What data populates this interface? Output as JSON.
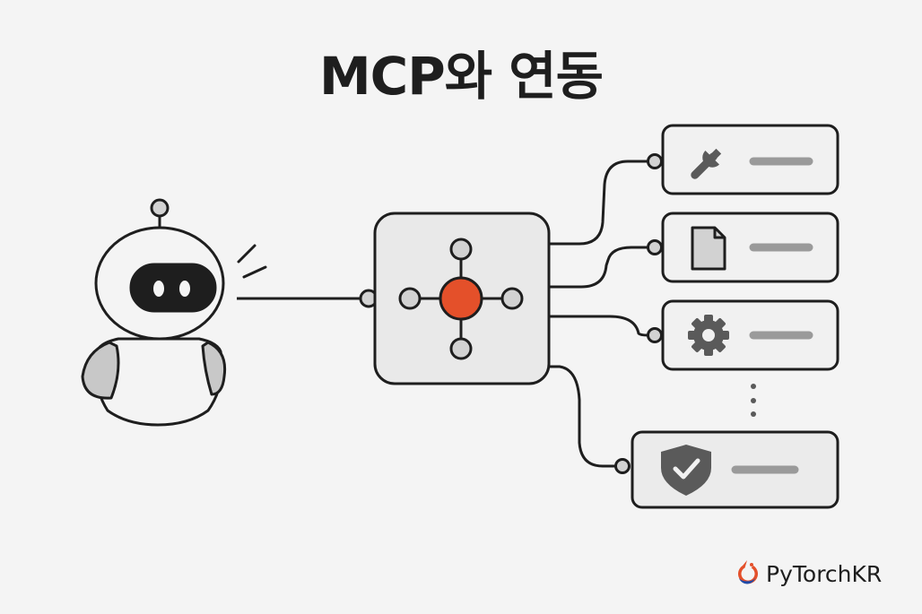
{
  "title": "MCP와 연동",
  "brand": {
    "name": "PyTorchKR",
    "icon": "pytorchkr-logo"
  },
  "colors": {
    "background": "#f4f4f4",
    "stroke": "#1e1e1e",
    "panel_fill": "#e9e9e9",
    "card_fill": "#f1f1f1",
    "hub_accent": "#e4502a",
    "node_fill": "#d2d2d2",
    "icon_fill": "#5a5a5a",
    "line_placeholder": "#9a9a9a"
  },
  "agent": {
    "icon": "robot-icon"
  },
  "hub": {
    "icon": "mcp-hub-icon"
  },
  "tools": [
    {
      "icon": "wrench-icon"
    },
    {
      "icon": "file-icon"
    },
    {
      "icon": "gear-icon"
    },
    {
      "icon": "shield-check-icon"
    }
  ],
  "more_indicator": "vertical-ellipsis"
}
